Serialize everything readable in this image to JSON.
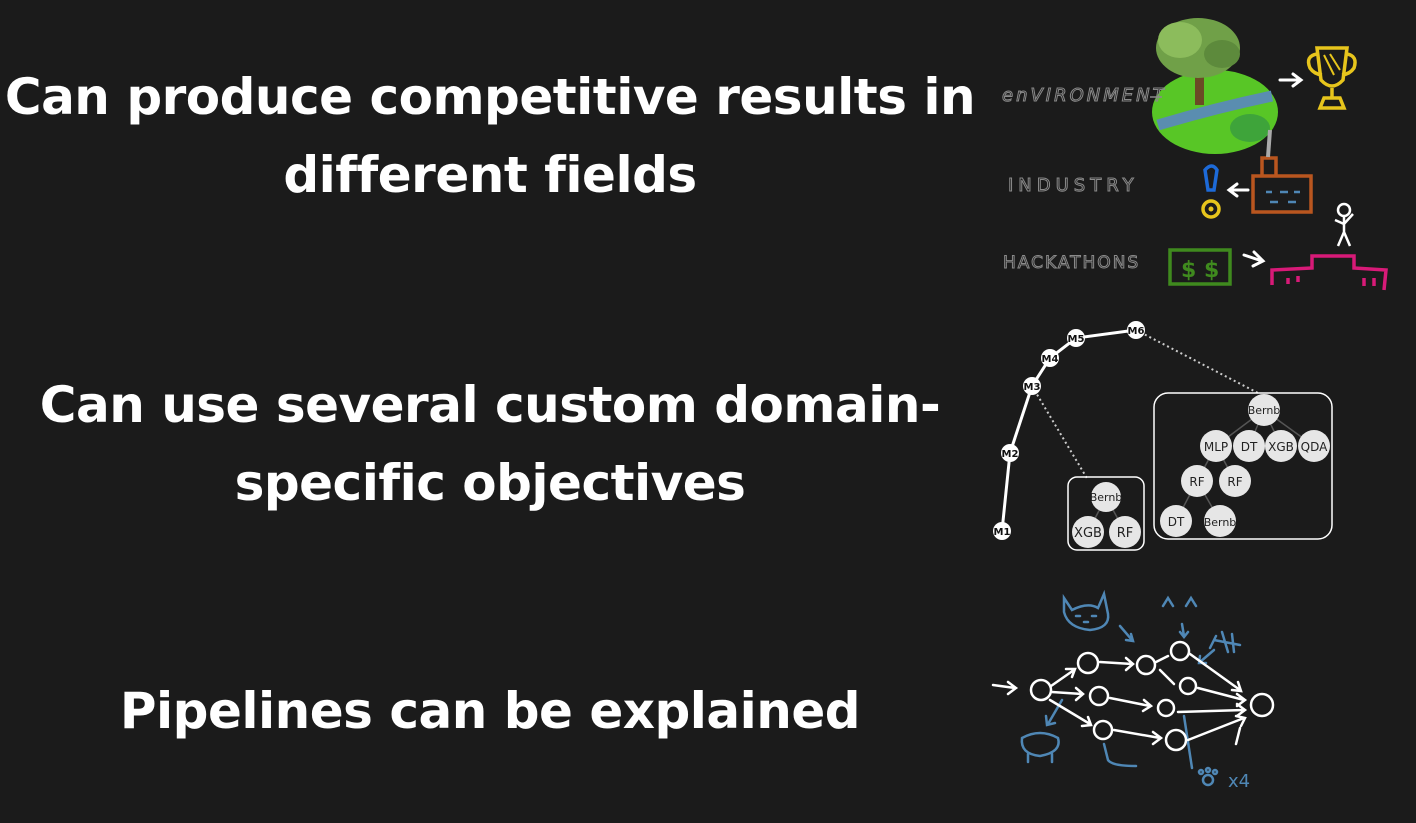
{
  "points": [
    {
      "line1": "Can produce competitive results in",
      "line2": "different fields"
    },
    {
      "line1": "Can use several custom domain-",
      "line2": "specific objectives"
    },
    {
      "line1": "Pipelines can be explained",
      "line2": ""
    }
  ],
  "fields_sketch": {
    "labels": [
      "enVIRONMENT",
      "INDUSTRY",
      "HACKATHONS"
    ],
    "money_label": "$ $",
    "icons": [
      "tree-globe-icon",
      "trophy-icon",
      "factory-icon",
      "medal-icon",
      "money-icon",
      "podium-icon",
      "stick-figure-icon"
    ]
  },
  "tree_diagram": {
    "path_nodes": [
      "M1",
      "M2",
      "M3",
      "M4",
      "M5",
      "M6"
    ],
    "small_box": {
      "root": "Bernb",
      "children": [
        "XGB",
        "RF"
      ]
    },
    "large_box": {
      "root": "Bernb",
      "level1": [
        "MLP",
        "DT",
        "XGB",
        "QDA"
      ],
      "level2": [
        "RF",
        "RF"
      ],
      "level3": [
        "DT",
        "Bernb"
      ]
    }
  },
  "explain_sketch": {
    "annotation": "x4",
    "icons": [
      "cat-icon",
      "ears-icon",
      "insect-icon",
      "pig-icon",
      "worm-icon",
      "paw-icon"
    ]
  },
  "colors": {
    "background": "#1b1b1b",
    "text": "#ffffff",
    "sketch_blue": "#4f87b5",
    "trophy": "#e7c51c",
    "factory": "#b9561f",
    "medal": "#1d6ad8",
    "money": "#3f8a1e",
    "podium": "#d81a78"
  }
}
